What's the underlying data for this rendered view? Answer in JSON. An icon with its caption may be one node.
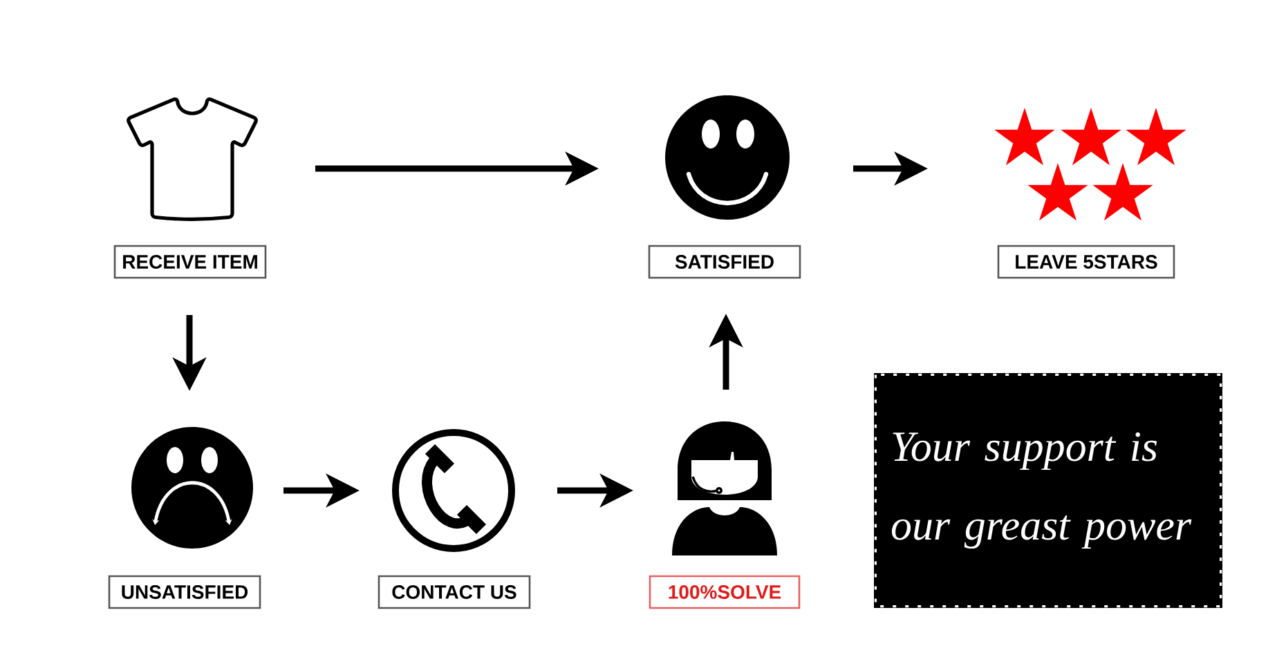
{
  "diagram": {
    "nodes": [
      {
        "text": [
          "RECEIVE ITEM"
        ]
      },
      {
        "text": [
          "SATISFIED"
        ]
      },
      {
        "text": [
          "LEAVE 5STARS"
        ]
      },
      {
        "text": [
          "UNSATISFIED"
        ]
      },
      {
        "text": [
          "CONTACT US"
        ]
      },
      {
        "text": [
          "100%SOLVE"
        ]
      },
      {
        "text": [
          "Your support is our greast power"
        ]
      }
    ],
    "edges": [
      {
        "from": 0,
        "to": 1,
        "arrow": "to"
      },
      {
        "from": 1,
        "to": 2,
        "arrow": "to"
      },
      {
        "from": 0,
        "to": 3,
        "arrow": "to"
      },
      {
        "from": 3,
        "to": 4,
        "arrow": "to"
      },
      {
        "from": 4,
        "to": 5,
        "arrow": "to"
      },
      {
        "from": 5,
        "to": 1,
        "arrow": "to"
      }
    ]
  }
}
